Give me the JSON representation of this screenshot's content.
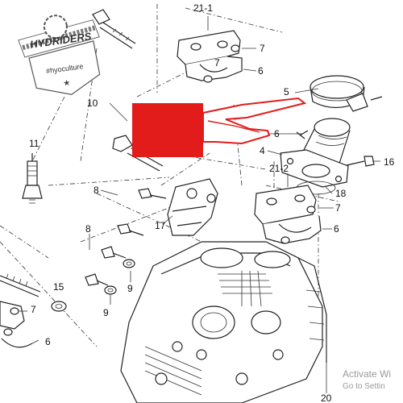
{
  "part_labels": {
    "p21_1": "21-1",
    "p7_a": "7",
    "p7_b": "7",
    "p6_a": "6",
    "p5": "5",
    "p10": "10",
    "p6_b": "6",
    "p11": "11",
    "p4": "4",
    "p16": "16",
    "p21_2": "21-2",
    "p18": "18",
    "p8_a": "8",
    "p7_c": "7",
    "p6_c": "6",
    "p17": "17",
    "p8_b": "8",
    "p9_a": "9",
    "p15": "15",
    "p9_b": "9",
    "p7_d": "7",
    "p6_d": "6",
    "p20": "20"
  },
  "logo": {
    "brand": "HYDRIDERS",
    "tagline": "#hyoculture"
  },
  "watermark": {
    "line1": "Activate Wi",
    "line2": "Go to Settin"
  },
  "colors": {
    "highlight_red": "#e21b1b",
    "line_dark": "#222222",
    "watermark_gray": "#9a9a9a"
  }
}
